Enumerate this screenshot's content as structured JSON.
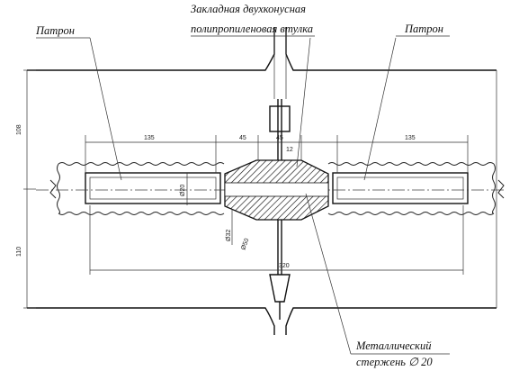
{
  "callouts": {
    "cartridge_left": "Патрон",
    "bushing_line1": "Закладная двухконусная",
    "bushing_line2": "полипропиленовая втулка",
    "cartridge_right": "Патрон",
    "rod_line1": "Металлический",
    "rod_line2": "стержень ∅ 20"
  },
  "dimensions": {
    "height_top": "108",
    "height_bottom": "110",
    "left_len": "135",
    "mid_left": "45",
    "mid_right": "45",
    "right_len": "135",
    "small": "12",
    "rod_dia": "Ø20",
    "sleeve_dia": "Ø32",
    "bush_dia": "Ø50",
    "total": "320"
  }
}
